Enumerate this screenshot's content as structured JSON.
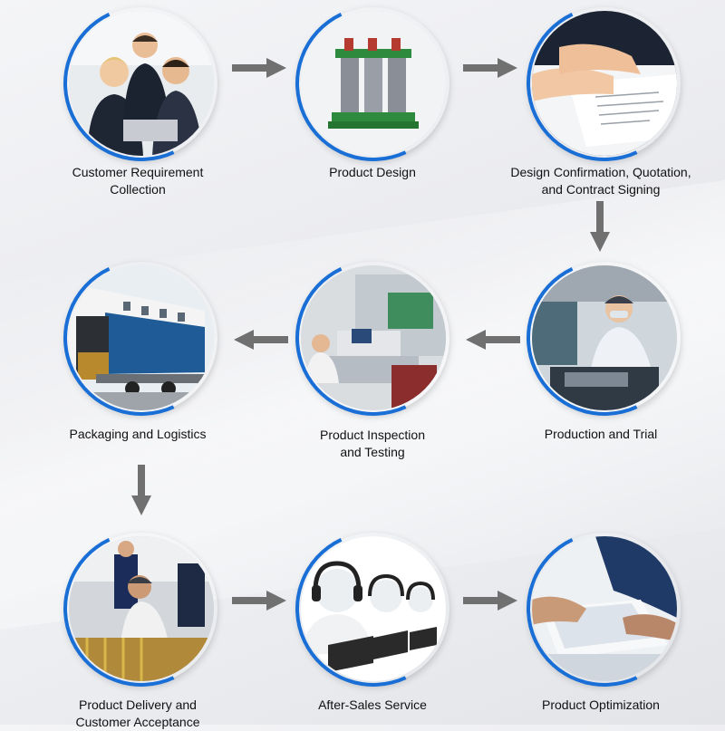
{
  "steps": [
    {
      "label_line1": "Customer Requirement",
      "label_line2": "Collection",
      "image": "business-team-photo"
    },
    {
      "label_line1": "Product Design",
      "label_line2": "",
      "image": "transformer-3d-model"
    },
    {
      "label_line1": "Design Confirmation, Quotation,",
      "label_line2": "and Contract Signing",
      "image": "signing-documents-photo"
    },
    {
      "label_line1": "Production and Trial",
      "label_line2": "",
      "image": "factory-worker-photo"
    },
    {
      "label_line1": "Product Inspection",
      "label_line2": "and Testing",
      "image": "testing-control-room-photo"
    },
    {
      "label_line1": "Packaging and Logistics",
      "label_line2": "",
      "image": "shipping-container-truck-photo"
    },
    {
      "label_line1": "Product Delivery and",
      "label_line2": "Customer Acceptance",
      "image": "onsite-installation-photo"
    },
    {
      "label_line1": "After-Sales Service",
      "label_line2": "",
      "image": "headset-support-figures"
    },
    {
      "label_line1": "Product Optimization",
      "label_line2": "",
      "image": "tablet-analysis-photo"
    }
  ],
  "colors": {
    "arrow": "#707070",
    "ring": "#1a6fd6",
    "text": "#111111"
  },
  "icons": {
    "arrow": "arrow-icon"
  }
}
